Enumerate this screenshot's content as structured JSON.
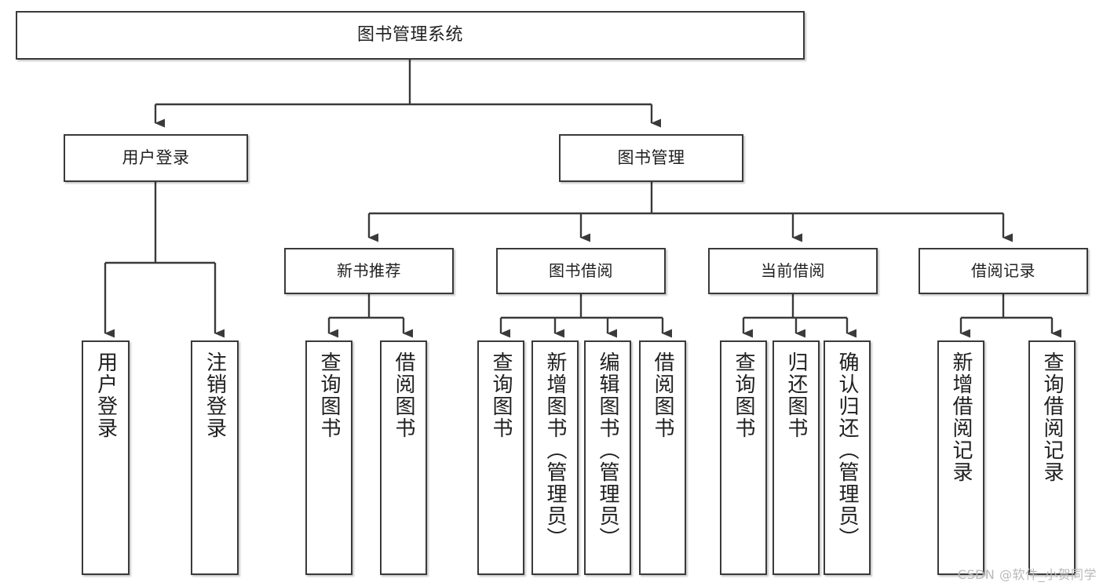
{
  "diagram": {
    "type": "tree-hierarchy-diagram",
    "title": "图书管理系统",
    "watermark": "CSDN @软件_小贺同学",
    "colors": {
      "box_border": "#3a3a3a",
      "box_fill": "#ffffff",
      "line": "#3a3a3a",
      "text": "#1f1f1f",
      "watermark": "#b9b9b9"
    },
    "nodes": {
      "root": {
        "label": "图书管理系统"
      },
      "level2": [
        {
          "id": "user-login",
          "label": "用户登录"
        },
        {
          "id": "book-manage",
          "label": "图书管理"
        }
      ],
      "level3": [
        {
          "id": "new-book-rec",
          "label": "新书推荐"
        },
        {
          "id": "book-borrow",
          "label": "图书借阅"
        },
        {
          "id": "current-borrow",
          "label": "当前借阅"
        },
        {
          "id": "borrow-record",
          "label": "借阅记录"
        }
      ],
      "leaves": {
        "user_login": [
          {
            "id": "leaf-user-login",
            "label": "用户登录"
          },
          {
            "id": "leaf-logout",
            "label": "注销登录"
          }
        ],
        "new_book_rec": [
          {
            "id": "leaf-query-book-1",
            "label": "查询图书"
          },
          {
            "id": "leaf-borrow-book-1",
            "label": "借阅图书"
          }
        ],
        "book_borrow": [
          {
            "id": "leaf-query-book-2",
            "label": "查询图书"
          },
          {
            "id": "leaf-add-book",
            "label": "新增图书（管理员）"
          },
          {
            "id": "leaf-edit-book",
            "label": "编辑图书（管理员）"
          },
          {
            "id": "leaf-borrow-book-2",
            "label": "借阅图书"
          }
        ],
        "current_borrow": [
          {
            "id": "leaf-query-book-3",
            "label": "查询图书"
          },
          {
            "id": "leaf-return-book",
            "label": "归还图书"
          },
          {
            "id": "leaf-confirm-return",
            "label": "确认归还（管理员）"
          }
        ],
        "borrow_record": [
          {
            "id": "leaf-add-record",
            "label": "新增借阅记录"
          },
          {
            "id": "leaf-query-record",
            "label": "查询借阅记录"
          }
        ]
      }
    }
  }
}
